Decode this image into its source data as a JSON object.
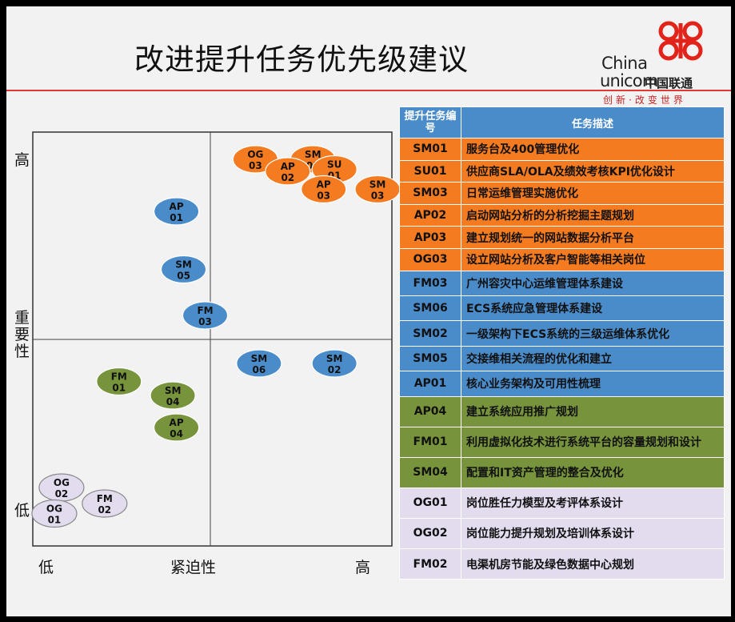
{
  "page": {
    "title": "改进提升任务优先级建议"
  },
  "logo": {
    "line1": "China",
    "line2": "unicom",
    "line2_cn": "中国联通",
    "slogan": "创新·改变世界",
    "icon": "unicom-knot-icon"
  },
  "colors": {
    "orange": "#f47b20",
    "blue": "#4a8bc9",
    "green": "#77933c",
    "lavender": "#e3dcef",
    "accent_red": "#e23a32"
  },
  "chart_data": {
    "type": "scatter",
    "xlabel": "紧迫性",
    "ylabel": "重要性",
    "x_low": "低",
    "x_high": "高",
    "y_low": "低",
    "y_high": "高",
    "xlim": [
      0,
      10
    ],
    "ylim": [
      0,
      10
    ],
    "grid": false,
    "quadrant_lines": {
      "x": 5,
      "y": 5
    },
    "points": [
      {
        "line1": "OG",
        "line2": "03",
        "group": "orange",
        "x": 6.2,
        "y": 9.0
      },
      {
        "line1": "SM",
        "line2": "01",
        "group": "orange",
        "x": 7.8,
        "y": 9.0
      },
      {
        "line1": "AP",
        "line2": "02",
        "group": "orange",
        "x": 7.1,
        "y": 8.4
      },
      {
        "line1": "SU",
        "line2": "01",
        "group": "orange",
        "x": 8.4,
        "y": 8.5
      },
      {
        "line1": "AP",
        "line2": "03",
        "group": "orange",
        "x": 8.1,
        "y": 7.5
      },
      {
        "line1": "SM",
        "line2": "03",
        "group": "orange",
        "x": 9.6,
        "y": 7.5
      },
      {
        "line1": "AP",
        "line2": "01",
        "group": "blue",
        "x": 4.0,
        "y": 6.4
      },
      {
        "line1": "SM",
        "line2": "05",
        "group": "blue",
        "x": 4.2,
        "y": 3.5
      },
      {
        "line1": "FM",
        "line2": "03",
        "group": "blue",
        "x": 4.8,
        "y": 1.2
      },
      {
        "line1": "SM",
        "line2": "06",
        "group": "blue",
        "x": 6.3,
        "y": -1.2
      },
      {
        "line1": "SM",
        "line2": "02",
        "group": "blue",
        "x": 8.4,
        "y": -1.2
      },
      {
        "line1": "FM",
        "line2": "01",
        "group": "green",
        "x": 2.4,
        "y": -2.1
      },
      {
        "line1": "SM",
        "line2": "04",
        "group": "green",
        "x": 3.9,
        "y": -2.8
      },
      {
        "line1": "AP",
        "line2": "04",
        "group": "green",
        "x": 4.0,
        "y": -4.4
      },
      {
        "line1": "OG",
        "line2": "02",
        "group": "lavender",
        "x": 0.8,
        "y": -7.4
      },
      {
        "line1": "FM",
        "line2": "02",
        "group": "lavender",
        "x": 2.0,
        "y": -8.2
      },
      {
        "line1": "OG",
        "line2": "01",
        "group": "lavender",
        "x": 0.6,
        "y": -8.7
      }
    ]
  },
  "table": {
    "header_code": "提升任务编号",
    "header_desc": "任务描述",
    "rows": [
      {
        "code": "SM01",
        "desc": "服务台及400管理优化",
        "group": "orange"
      },
      {
        "code": "SU01",
        "desc": "供应商SLA/OLA及绩效考核KPI优化设计",
        "group": "orange"
      },
      {
        "code": "SM03",
        "desc": "日常运维管理实施优化",
        "group": "orange"
      },
      {
        "code": "AP02",
        "desc": "启动网站分析的分析挖掘主题规划",
        "group": "orange"
      },
      {
        "code": "AP03",
        "desc": "建立规划统一的网站数据分析平台",
        "group": "orange"
      },
      {
        "code": "OG03",
        "desc": "设立网站分析及客户智能等相关岗位",
        "group": "orange"
      },
      {
        "code": "FM03",
        "desc": "广州容灾中心运维管理体系建设",
        "group": "blue"
      },
      {
        "code": "SM06",
        "desc": "ECS系统应急管理体系建设",
        "group": "blue"
      },
      {
        "code": "SM02",
        "desc": "一级架构下ECS系统的三级运维体系优化",
        "group": "blue"
      },
      {
        "code": "SM05",
        "desc": "交接维相关流程的优化和建立",
        "group": "blue"
      },
      {
        "code": "AP01",
        "desc": "核心业务架构及可用性梳理",
        "group": "blue"
      },
      {
        "code": "AP04",
        "desc": "建立系统应用推广规划",
        "group": "green"
      },
      {
        "code": "FM01",
        "desc": "利用虚拟化技术进行系统平台的容量规划和设计",
        "group": "green"
      },
      {
        "code": "SM04",
        "desc": "配置和IT资产管理的整合及优化",
        "group": "green"
      },
      {
        "code": "OG01",
        "desc": "岗位胜任力模型及考评体系设计",
        "group": "lavender"
      },
      {
        "code": "OG02",
        "desc": "岗位能力提升规划及培训体系设计",
        "group": "lavender"
      },
      {
        "code": "FM02",
        "desc": "电渠机房节能及绿色数据中心规划",
        "group": "lavender"
      }
    ]
  }
}
